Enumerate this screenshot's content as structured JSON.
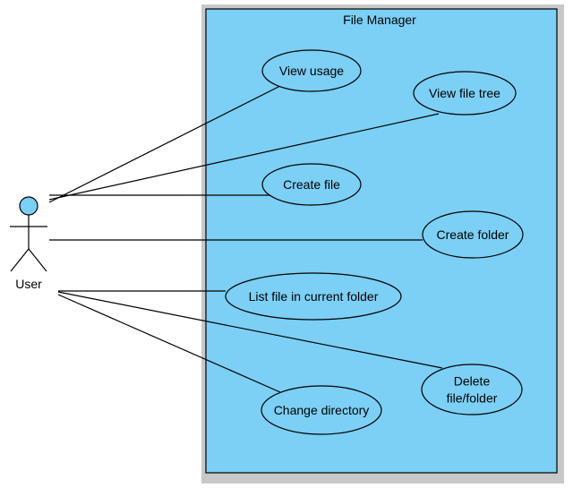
{
  "system": {
    "title": "File Manager",
    "fill": "#7ccff5",
    "shadow": "#c8c8c8"
  },
  "actor": {
    "name": "User",
    "head_fill": "#7ccff5"
  },
  "use_cases": [
    {
      "id": "view-usage",
      "label": [
        "View usage"
      ]
    },
    {
      "id": "view-file-tree",
      "label": [
        "View file tree"
      ]
    },
    {
      "id": "create-file",
      "label": [
        "Create file"
      ]
    },
    {
      "id": "create-folder",
      "label": [
        "Create folder"
      ]
    },
    {
      "id": "list-file",
      "label": [
        "List file in current folder"
      ]
    },
    {
      "id": "delete",
      "label": [
        "Delete",
        "file/folder"
      ]
    },
    {
      "id": "change-directory",
      "label": [
        "Change directory"
      ]
    }
  ],
  "associations": [
    {
      "from": "User",
      "to": "view-usage"
    },
    {
      "from": "User",
      "to": "view-file-tree"
    },
    {
      "from": "User",
      "to": "create-file"
    },
    {
      "from": "User",
      "to": "create-folder"
    },
    {
      "from": "User",
      "to": "list-file"
    },
    {
      "from": "User",
      "to": "delete"
    },
    {
      "from": "User",
      "to": "change-directory"
    }
  ]
}
